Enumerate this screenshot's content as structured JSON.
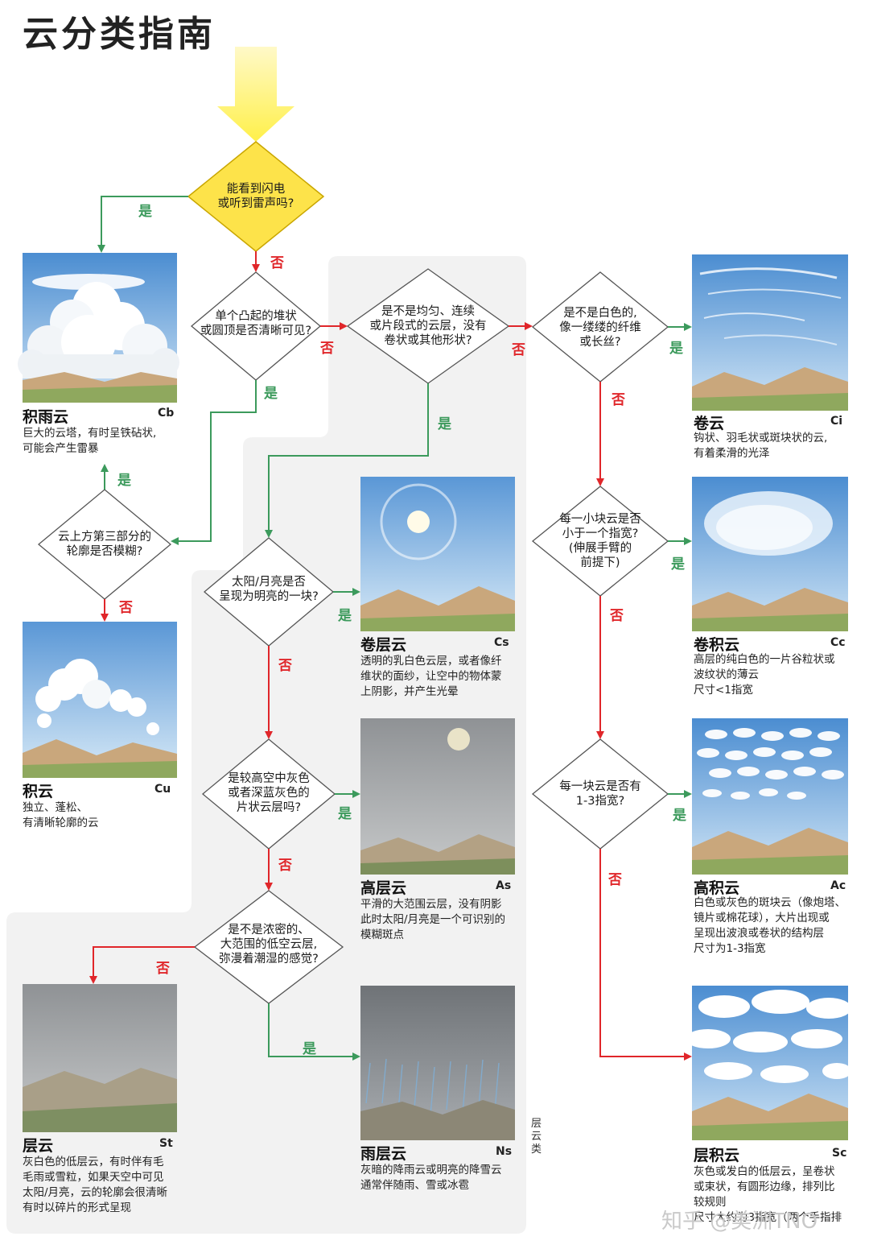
{
  "title": "云分类指南",
  "answers": {
    "yes": "是",
    "no": "否"
  },
  "questions": {
    "q1": [
      "能看到闪电",
      "或听到雷声吗?"
    ],
    "q2": [
      "单个凸起的堆状",
      "或圆顶是否清晰可见?"
    ],
    "q3": [
      "云上方第三部分的",
      "轮廓是否模糊?"
    ],
    "q4": [
      "是不是均匀、连续",
      "或片段式的云层，没有",
      "卷状或其他形状?"
    ],
    "q5": [
      "是不是白色的,",
      "像一缕缕的纤维",
      "或长丝?"
    ],
    "q6": [
      "每一小块云是否",
      "小于一个指宽?",
      "(伸展手臂的",
      "前提下)"
    ],
    "q7": [
      "每一块云是否有",
      "1-3指宽?"
    ],
    "q8": [
      "太阳/月亮是否",
      "呈现为明亮的一块?"
    ],
    "q9": [
      "是较高空中灰色",
      "或者深蓝灰色的",
      "片状云层吗?"
    ],
    "q10": [
      "是不是浓密的、",
      "大范围的低空云层,",
      "弥漫着潮湿的感觉?"
    ]
  },
  "clouds": {
    "cb": {
      "name": "积雨云",
      "abbr": "Cb",
      "desc": [
        "巨大的云塔，有时呈铁砧状,",
        "可能会产生雷暴"
      ]
    },
    "cu": {
      "name": "积云",
      "abbr": "Cu",
      "desc": [
        "独立、蓬松、",
        "有清晰轮廓的云"
      ]
    },
    "ci": {
      "name": "卷云",
      "abbr": "Ci",
      "desc": [
        "钩状、羽毛状或斑块状的云,",
        "有着柔滑的光泽"
      ]
    },
    "cc": {
      "name": "卷积云",
      "abbr": "Cc",
      "desc": [
        "高层的纯白色的一片谷粒状或",
        "波纹状的薄云",
        "尺寸<1指宽"
      ]
    },
    "ac": {
      "name": "高积云",
      "abbr": "Ac",
      "desc": [
        "白色或灰色的斑块云（像炮塔、",
        "镜片或棉花球），大片出现或",
        "呈现出波浪或卷状的结构层",
        "尺寸为1-3指宽"
      ]
    },
    "sc": {
      "name": "层积云",
      "abbr": "Sc",
      "desc": [
        "灰色或发白的低层云，呈卷状",
        "或束状，有圆形边缘，排列比",
        "较规则",
        "尺寸大约为3指宽（两个手指排"
      ]
    },
    "cs": {
      "name": "卷层云",
      "abbr": "Cs",
      "desc": [
        "透明的乳白色云层，或者像纤",
        "维状的面纱，让空中的物体蒙",
        "上阴影，并产生光晕"
      ]
    },
    "as": {
      "name": "高层云",
      "abbr": "As",
      "desc": [
        "平滑的大范围云层，没有阴影",
        "此时太阳/月亮是一个可识别的",
        "模糊斑点"
      ]
    },
    "st": {
      "name": "层云",
      "abbr": "St",
      "desc": [
        "灰白色的低层云，有时伴有毛",
        "毛雨或雪粒，如果天空中可见",
        "太阳/月亮，云的轮廓会很清晰",
        "有时以碎片的形式呈现"
      ]
    },
    "ns": {
      "name": "雨层云",
      "abbr": "Ns",
      "desc": [
        "灰暗的降雨云或明亮的降雪云",
        "通常伴随雨、雪或冰雹"
      ]
    }
  },
  "side_label": "层云类",
  "watermark": "知乎 @美洲TNO",
  "colors": {
    "yes": "#3c9a5c",
    "no": "#e0262a",
    "start_diamond": "#fde34a",
    "panel": "#f2f2f2",
    "sky": "#7fb2e0",
    "grey_sky": "#9a9c9e"
  }
}
